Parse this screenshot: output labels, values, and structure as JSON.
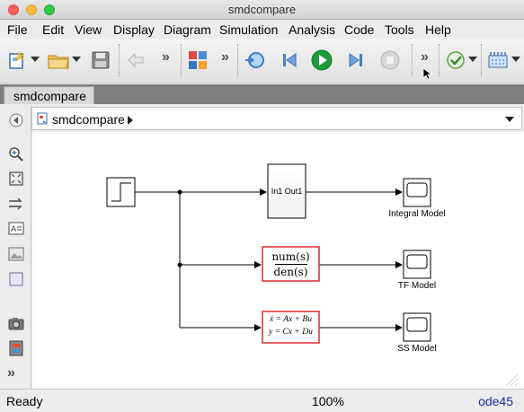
{
  "window": {
    "title": "smdcompare"
  },
  "menu": {
    "items": [
      "File",
      "Edit",
      "View",
      "Display",
      "Diagram",
      "Simulation",
      "Analysis",
      "Code",
      "Tools",
      "Help"
    ]
  },
  "tabs": [
    {
      "label": "smdcompare"
    }
  ],
  "address": {
    "path": "smdcompare"
  },
  "diagram": {
    "blocks": {
      "integrator": {
        "label": "In1 Out1"
      },
      "tf": {
        "numerator": "num(s)",
        "denominator": "den(s)"
      },
      "ss": {
        "line1": "ẋ = Ax + Bu",
        "line2": "y = Cx + Du"
      },
      "scope1": {
        "caption": "Integral Model"
      },
      "scope2": {
        "caption": "TF Model"
      },
      "scope3": {
        "caption": "SS Model"
      }
    }
  },
  "status": {
    "state": "Ready",
    "zoom": "100%",
    "solver": "ode45"
  },
  "colors": {
    "solver_text": "#1a2fa8",
    "highlight_border": "#e0393b",
    "run_green": "#1e9b3a"
  }
}
